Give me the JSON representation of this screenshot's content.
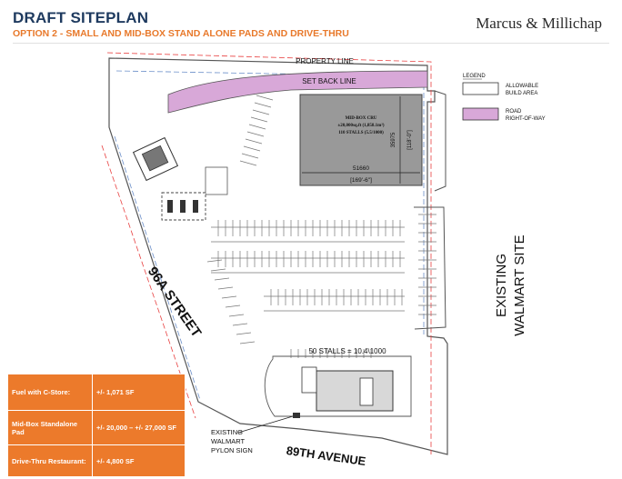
{
  "header": {
    "title": "DRAFT SITEPLAN",
    "subtitle": "OPTION 2 -  SMALL AND MID-BOX STAND ALONE PADS AND DRIVE-THRU",
    "logo": "Marcus & Millichap"
  },
  "legend": {
    "heading": "LEGEND",
    "items": [
      {
        "label_lines": [
          "ALLOWABLE",
          "BUILD AREA"
        ],
        "color": "#ffffff"
      },
      {
        "label_lines": [
          "ROAD",
          "RIGHT-OF-WAY"
        ],
        "color": "#d8a8d8"
      }
    ]
  },
  "plan": {
    "property_line": "PROPERTY LINE",
    "set_back_line": "SET BACK LINE",
    "midbox": {
      "lines": [
        "MID-BOX CRU",
        "±20,000sq.ft (1,858.1m²)",
        "110 STALLS (5.5/1000)"
      ],
      "width_mm": "51660",
      "width_ft": "[169'-6\"]",
      "depth_mm": "35975",
      "depth_ft": "[118'-0\"]"
    },
    "stalls_note": "50 STALLS = 10.4\\1000",
    "street_96a": "96A STREET",
    "avenue_89": "89TH AVENUE",
    "walmart_site_lines": [
      "EXISTING",
      "WALMART SITE"
    ],
    "pylon_lines": [
      "EXISTING",
      "WALMART",
      "PYLON SIGN"
    ]
  },
  "summary": [
    {
      "label": "Fuel with C-Store:",
      "value": "+/- 1,071 SF"
    },
    {
      "label": "Mid-Box Standalone Pad",
      "value": "+/- 20,000 – +/- 27,000 SF"
    },
    {
      "label": "Drive-Thru Restaurant:",
      "value": "+/- 4,800 SF"
    }
  ],
  "colors": {
    "title": "#1e3a5f",
    "accent": "#e8792b",
    "summary_bg": "#ec7a2b",
    "setback_fill": "#d8a8d8",
    "building_fill": "#999999",
    "property_line": "#e84040",
    "setback_line": "#6b8fc9"
  }
}
